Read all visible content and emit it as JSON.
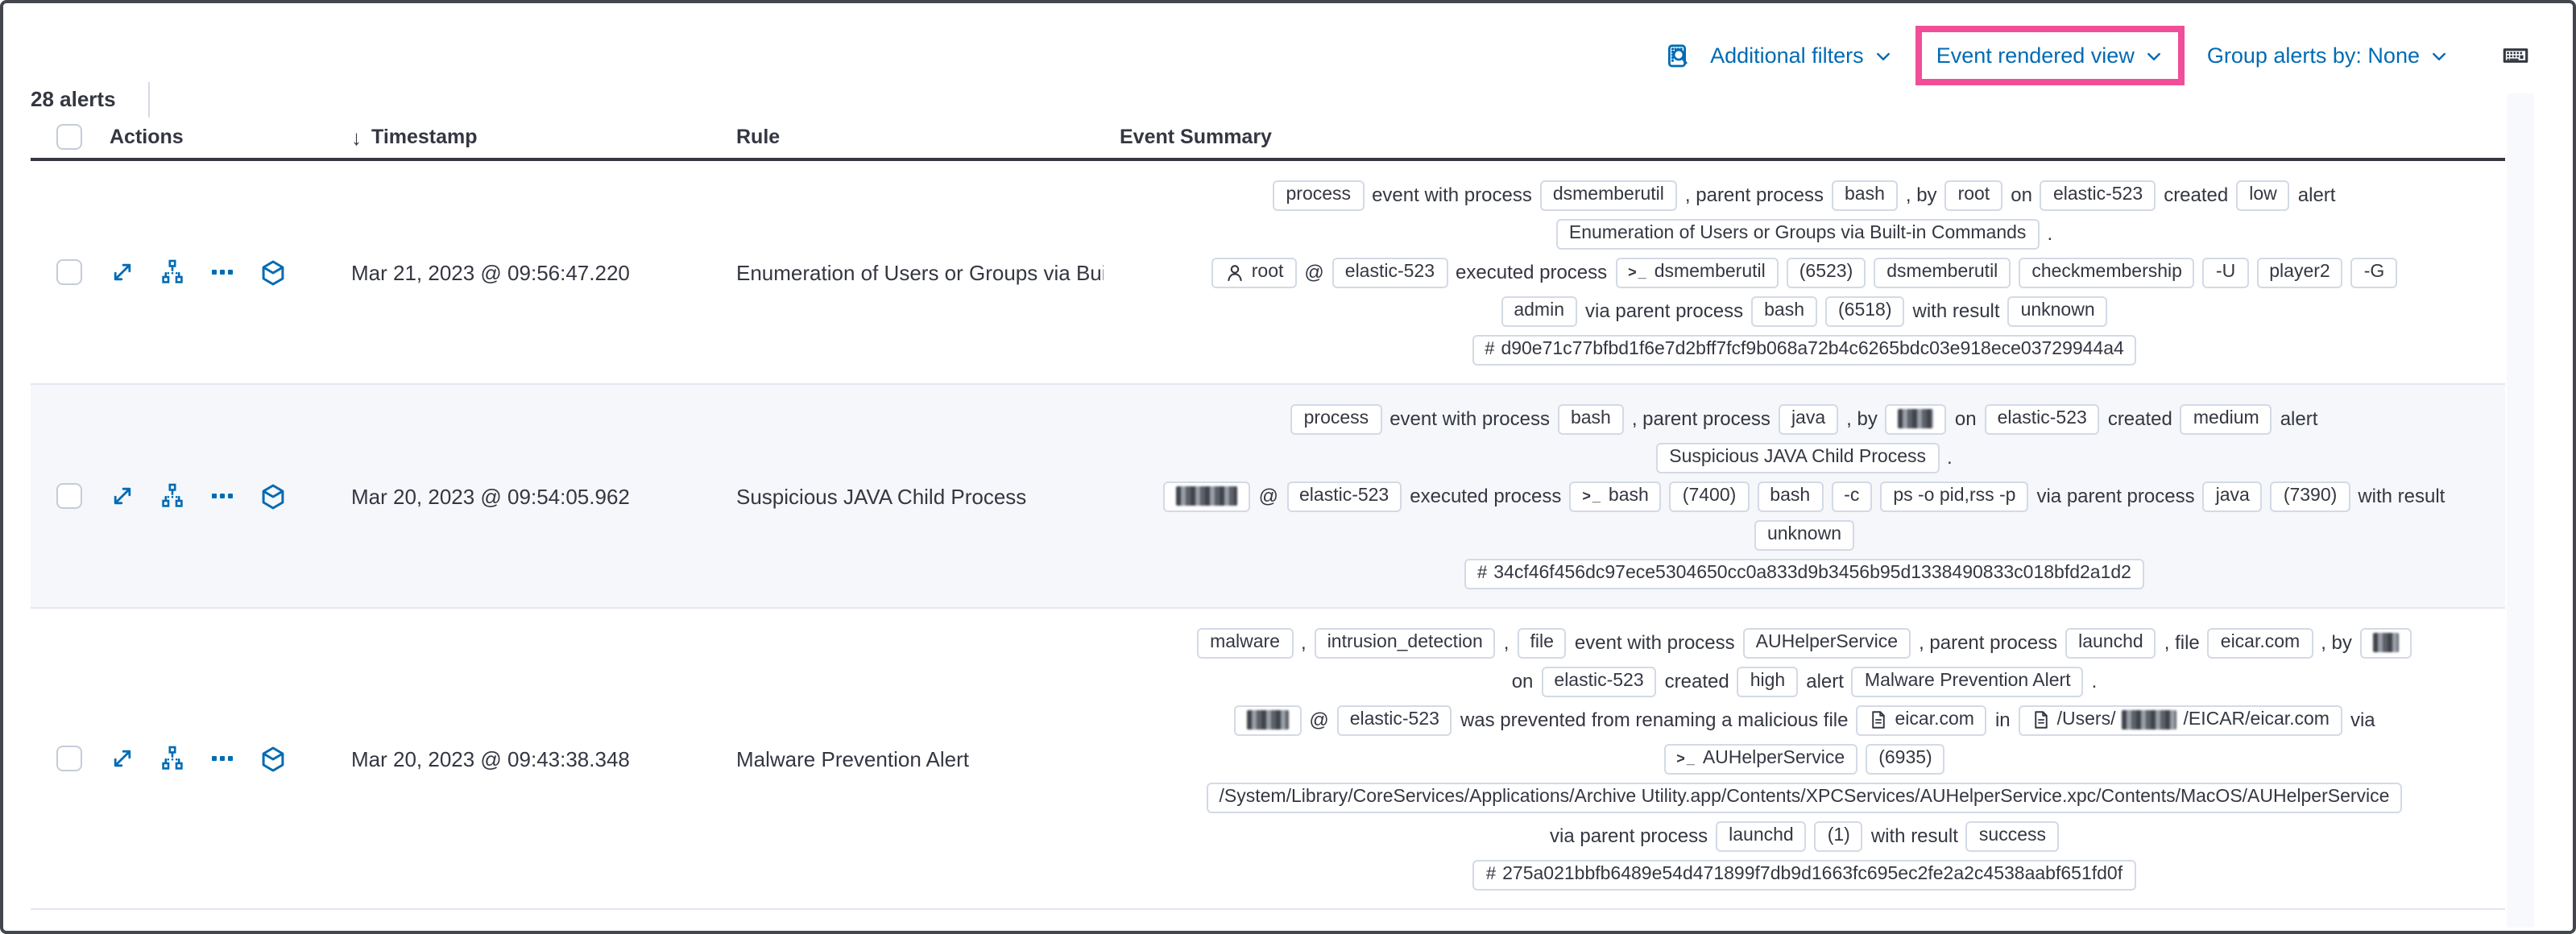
{
  "colors": {
    "accent_pink": "#f04e98",
    "link_blue": "#006bb4",
    "text_dark": "#343741"
  },
  "toolbar": {
    "alert_count": "28 alerts",
    "inspect_icon": "inspect-icon",
    "additional_filters_label": "Additional filters",
    "view_selector_label": "Event rendered view",
    "group_alerts_label": "Group alerts by: None",
    "keyboard_icon": "keyboard-shortcuts-icon"
  },
  "table": {
    "columns": {
      "actions": "Actions",
      "timestamp": "Timestamp",
      "rule": "Rule",
      "event_summary": "Event Summary"
    },
    "sort_indicator": "↓"
  },
  "rows": [
    {
      "striped": false,
      "timestamp": "Mar 21, 2023 @ 09:56:47.220",
      "rule": "Enumeration of Users or Groups via Bui",
      "action_icons": [
        "expand-icon",
        "analyzer-icon",
        "more-actions-icon",
        "session-view-icon"
      ],
      "summary": [
        [
          {
            "kind": "badge",
            "text": "process"
          },
          {
            "kind": "text",
            "text": "event with process"
          },
          {
            "kind": "badge",
            "text": "dsmemberutil"
          },
          {
            "kind": "text",
            "text": ", parent process"
          },
          {
            "kind": "badge",
            "text": "bash"
          },
          {
            "kind": "text",
            "text": ", by"
          },
          {
            "kind": "badge",
            "text": "root"
          },
          {
            "kind": "text",
            "text": "on"
          },
          {
            "kind": "badge",
            "text": "elastic-523"
          },
          {
            "kind": "text",
            "text": "created"
          },
          {
            "kind": "badge",
            "text": "low"
          },
          {
            "kind": "text",
            "text": "alert"
          }
        ],
        [
          {
            "kind": "badge",
            "text": "Enumeration of Users or Groups via Built-in Commands"
          },
          {
            "kind": "text",
            "text": "."
          }
        ],
        [
          {
            "kind": "badge",
            "icon": "user-icon",
            "text": "root"
          },
          {
            "kind": "text",
            "text": "@"
          },
          {
            "kind": "badge",
            "text": "elastic-523"
          },
          {
            "kind": "text",
            "text": "executed process"
          },
          {
            "kind": "badge",
            "icon": "terminal-icon",
            "text": "dsmemberutil"
          },
          {
            "kind": "badge",
            "text": "(6523)"
          },
          {
            "kind": "badge",
            "text": "dsmemberutil"
          },
          {
            "kind": "badge",
            "text": "checkmembership"
          },
          {
            "kind": "badge",
            "text": "-U"
          },
          {
            "kind": "badge",
            "text": "player2"
          },
          {
            "kind": "badge",
            "text": "-G"
          }
        ],
        [
          {
            "kind": "badge",
            "text": "admin"
          },
          {
            "kind": "text",
            "text": "via parent process"
          },
          {
            "kind": "badge",
            "text": "bash"
          },
          {
            "kind": "badge",
            "text": "(6518)"
          },
          {
            "kind": "text",
            "text": "with result"
          },
          {
            "kind": "badge",
            "text": "unknown"
          }
        ],
        [
          {
            "kind": "badge",
            "icon": "hash-icon",
            "text": "d90e71c77bfbd1f6e7d2bff7fcf9b068a72b4c6265bdc03e918ece03729944a4"
          }
        ]
      ]
    },
    {
      "striped": true,
      "timestamp": "Mar 20, 2023 @ 09:54:05.962",
      "rule": "Suspicious JAVA Child Process",
      "action_icons": [
        "expand-icon",
        "analyzer-icon",
        "more-actions-icon",
        "session-view-icon"
      ],
      "summary": [
        [
          {
            "kind": "badge",
            "text": "process"
          },
          {
            "kind": "text",
            "text": "event with process"
          },
          {
            "kind": "badge",
            "text": "bash"
          },
          {
            "kind": "text",
            "text": ", parent process"
          },
          {
            "kind": "badge",
            "text": "java"
          },
          {
            "kind": "text",
            "text": ", by"
          },
          {
            "kind": "badge",
            "redacted_width": 22
          },
          {
            "kind": "text",
            "text": "on"
          },
          {
            "kind": "badge",
            "text": "elastic-523"
          },
          {
            "kind": "text",
            "text": "created"
          },
          {
            "kind": "badge",
            "text": "medium"
          },
          {
            "kind": "text",
            "text": "alert"
          }
        ],
        [
          {
            "kind": "badge",
            "text": "Suspicious JAVA Child Process"
          },
          {
            "kind": "text",
            "text": "."
          }
        ],
        [
          {
            "kind": "badge",
            "redacted_width": 38
          },
          {
            "kind": "text",
            "text": "@"
          },
          {
            "kind": "badge",
            "text": "elastic-523"
          },
          {
            "kind": "text",
            "text": "executed process"
          },
          {
            "kind": "badge",
            "icon": "terminal-icon",
            "text": "bash"
          },
          {
            "kind": "badge",
            "text": "(7400)"
          },
          {
            "kind": "badge",
            "text": "bash"
          },
          {
            "kind": "badge",
            "text": "-c"
          },
          {
            "kind": "badge",
            "text": "ps -o pid,rss -p"
          },
          {
            "kind": "text",
            "text": "via parent process"
          },
          {
            "kind": "badge",
            "text": "java"
          },
          {
            "kind": "badge",
            "text": "(7390)"
          },
          {
            "kind": "text",
            "text": "with result"
          }
        ],
        [
          {
            "kind": "badge",
            "text": "unknown"
          }
        ],
        [
          {
            "kind": "badge",
            "icon": "hash-icon",
            "text": "34cf46f456dc97ece5304650cc0a833d9b3456b95d1338490833c018bfd2a1d2"
          }
        ]
      ]
    },
    {
      "striped": false,
      "timestamp": "Mar 20, 2023 @ 09:43:38.348",
      "rule": "Malware Prevention Alert",
      "action_icons": [
        "expand-icon",
        "analyzer-icon",
        "more-actions-icon",
        "session-view-icon"
      ],
      "summary": [
        [
          {
            "kind": "badge",
            "text": "malware"
          },
          {
            "kind": "text",
            "text": ","
          },
          {
            "kind": "badge",
            "text": "intrusion_detection"
          },
          {
            "kind": "text",
            "text": ","
          },
          {
            "kind": "badge",
            "text": "file"
          },
          {
            "kind": "text",
            "text": "event with process"
          },
          {
            "kind": "badge",
            "text": "AUHelperService"
          },
          {
            "kind": "text",
            "text": ", parent process"
          },
          {
            "kind": "badge",
            "text": "launchd"
          },
          {
            "kind": "text",
            "text": ", file"
          },
          {
            "kind": "badge",
            "text": "eicar.com"
          },
          {
            "kind": "text",
            "text": ", by"
          },
          {
            "kind": "badge",
            "redacted_width": 16
          }
        ],
        [
          {
            "kind": "text",
            "text": "on"
          },
          {
            "kind": "badge",
            "text": "elastic-523"
          },
          {
            "kind": "text",
            "text": "created"
          },
          {
            "kind": "badge",
            "text": "high"
          },
          {
            "kind": "text",
            "text": "alert"
          },
          {
            "kind": "badge",
            "text": "Malware Prevention Alert"
          },
          {
            "kind": "text",
            "text": "."
          }
        ],
        [
          {
            "kind": "badge",
            "redacted_width": 26
          },
          {
            "kind": "text",
            "text": "@"
          },
          {
            "kind": "badge",
            "text": "elastic-523"
          },
          {
            "kind": "text",
            "text": "was prevented from renaming a malicious file"
          },
          {
            "kind": "badge",
            "icon": "file-icon",
            "text": "eicar.com"
          },
          {
            "kind": "text",
            "text": "in"
          },
          {
            "kind": "badge",
            "icon": "file-icon",
            "parts": [
              {
                "text": "/Users/"
              },
              {
                "redacted_width": 34
              },
              {
                "text": "/EICAR/eicar.com"
              }
            ]
          },
          {
            "kind": "text",
            "text": "via"
          }
        ],
        [
          {
            "kind": "badge",
            "icon": "terminal-icon",
            "text": "AUHelperService"
          },
          {
            "kind": "badge",
            "text": "(6935)"
          }
        ],
        [
          {
            "kind": "badge",
            "text": "/System/Library/CoreServices/Applications/Archive Utility.app/Contents/XPCServices/AUHelperService.xpc/Contents/MacOS/AUHelperService"
          }
        ],
        [
          {
            "kind": "text",
            "text": "via parent process"
          },
          {
            "kind": "badge",
            "text": "launchd"
          },
          {
            "kind": "badge",
            "text": "(1)"
          },
          {
            "kind": "text",
            "text": "with result"
          },
          {
            "kind": "badge",
            "text": "success"
          }
        ],
        [
          {
            "kind": "badge",
            "icon": "hash-icon",
            "text": "275a021bbfb6489e54d471899f7db9d1663fc695ec2fe2a2c4538aabf651fd0f"
          }
        ]
      ]
    }
  ]
}
